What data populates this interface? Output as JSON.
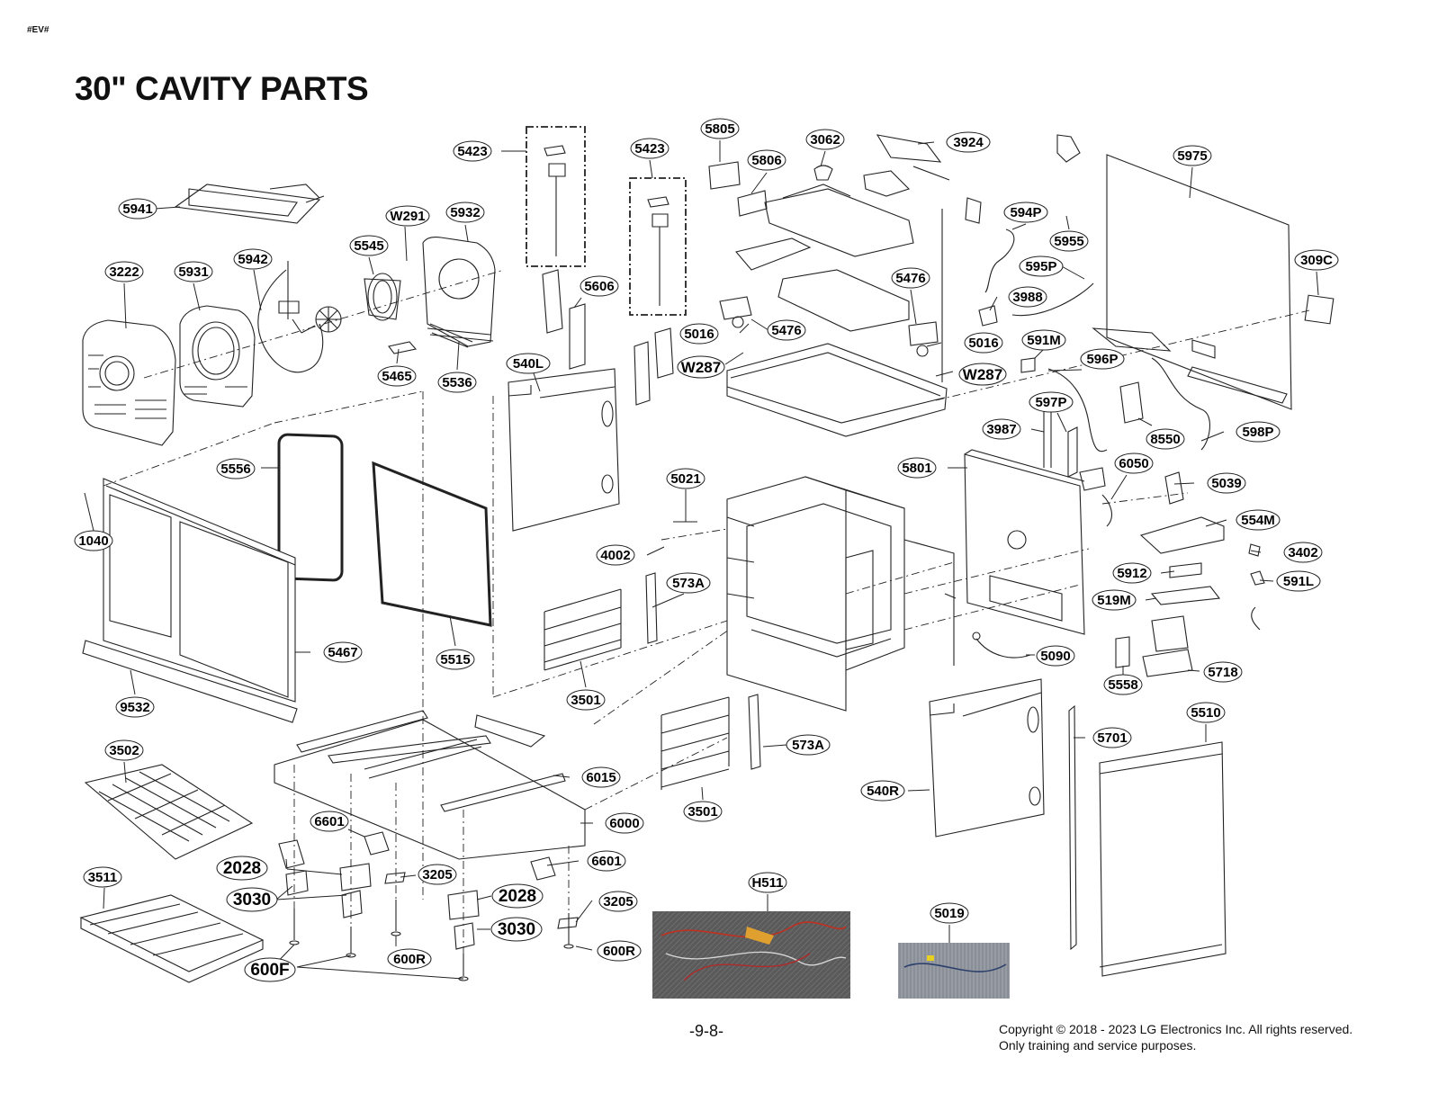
{
  "document": {
    "code": "#EV#",
    "title": "30\" CAVITY PARTS",
    "page_number": "-9-8-",
    "copyright_line1": "Copyright © 2018 - 2023 LG Electronics Inc. All rights reserved.",
    "copyright_line2": "Only training and service purposes."
  },
  "callouts": [
    {
      "id": "c1",
      "label": "5941"
    },
    {
      "id": "c2",
      "label": "3222"
    },
    {
      "id": "c3",
      "label": "5931"
    },
    {
      "id": "c4",
      "label": "5942"
    },
    {
      "id": "c5",
      "label": "W291"
    },
    {
      "id": "c6",
      "label": "5932"
    },
    {
      "id": "c7",
      "label": "5545"
    },
    {
      "id": "c8",
      "label": "5423"
    },
    {
      "id": "c9",
      "label": "5423"
    },
    {
      "id": "c10",
      "label": "5805"
    },
    {
      "id": "c11",
      "label": "5806"
    },
    {
      "id": "c12",
      "label": "3062"
    },
    {
      "id": "c13",
      "label": "3924"
    },
    {
      "id": "c14",
      "label": "5975"
    },
    {
      "id": "c15",
      "label": "594P"
    },
    {
      "id": "c16",
      "label": "5955"
    },
    {
      "id": "c17",
      "label": "595P"
    },
    {
      "id": "c18",
      "label": "309C"
    },
    {
      "id": "c19",
      "label": "3988"
    },
    {
      "id": "c20",
      "label": "5606"
    },
    {
      "id": "c21",
      "label": "5476"
    },
    {
      "id": "c22",
      "label": "5476"
    },
    {
      "id": "c23",
      "label": "5016"
    },
    {
      "id": "c24",
      "label": "5016"
    },
    {
      "id": "c25",
      "label": "W287"
    },
    {
      "id": "c26",
      "label": "W287"
    },
    {
      "id": "c27",
      "label": "591M"
    },
    {
      "id": "c28",
      "label": "596P"
    },
    {
      "id": "c29",
      "label": "5465"
    },
    {
      "id": "c30",
      "label": "5536"
    },
    {
      "id": "c31",
      "label": "540L"
    },
    {
      "id": "c32",
      "label": "597P"
    },
    {
      "id": "c33",
      "label": "3987"
    },
    {
      "id": "c34",
      "label": "8550"
    },
    {
      "id": "c35",
      "label": "598P"
    },
    {
      "id": "c36",
      "label": "5556"
    },
    {
      "id": "c37",
      "label": "5021"
    },
    {
      "id": "c38",
      "label": "5801"
    },
    {
      "id": "c39",
      "label": "6050"
    },
    {
      "id": "c40",
      "label": "5039"
    },
    {
      "id": "c41",
      "label": "1040"
    },
    {
      "id": "c42",
      "label": "554M"
    },
    {
      "id": "c43",
      "label": "4002"
    },
    {
      "id": "c44",
      "label": "3402"
    },
    {
      "id": "c45",
      "label": "573A"
    },
    {
      "id": "c46",
      "label": "5912"
    },
    {
      "id": "c47",
      "label": "591L"
    },
    {
      "id": "c48",
      "label": "519M"
    },
    {
      "id": "c49",
      "label": "5467"
    },
    {
      "id": "c50",
      "label": "5515"
    },
    {
      "id": "c51",
      "label": "5090"
    },
    {
      "id": "c52",
      "label": "5718"
    },
    {
      "id": "c53",
      "label": "3501"
    },
    {
      "id": "c54",
      "label": "5558"
    },
    {
      "id": "c55",
      "label": "9532"
    },
    {
      "id": "c56",
      "label": "5510"
    },
    {
      "id": "c57",
      "label": "5701"
    },
    {
      "id": "c58",
      "label": "3502"
    },
    {
      "id": "c59",
      "label": "573A"
    },
    {
      "id": "c60",
      "label": "6015"
    },
    {
      "id": "c61",
      "label": "540R"
    },
    {
      "id": "c62",
      "label": "3501"
    },
    {
      "id": "c63",
      "label": "6000"
    },
    {
      "id": "c64",
      "label": "6601"
    },
    {
      "id": "c65",
      "label": "2028"
    },
    {
      "id": "c66",
      "label": "3205"
    },
    {
      "id": "c67",
      "label": "6601"
    },
    {
      "id": "c68",
      "label": "H511"
    },
    {
      "id": "c69",
      "label": "3511"
    },
    {
      "id": "c70",
      "label": "3030"
    },
    {
      "id": "c71",
      "label": "2028"
    },
    {
      "id": "c72",
      "label": "3205"
    },
    {
      "id": "c73",
      "label": "5019"
    },
    {
      "id": "c74",
      "label": "3030"
    },
    {
      "id": "c75",
      "label": "600R"
    },
    {
      "id": "c76",
      "label": "600R"
    },
    {
      "id": "c77",
      "label": "600F"
    }
  ]
}
